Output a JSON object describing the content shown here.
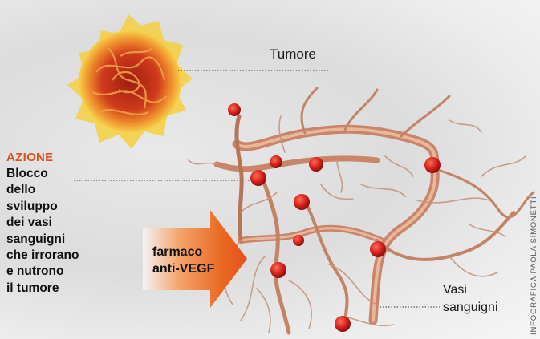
{
  "labels": {
    "tumor": "Tumore",
    "vessels": "Vasi\nsanguigni",
    "action_title": "AZIONE",
    "action_text": "Blocco\ndello\nsviluppo\ndei vasi\nsanguigni\nche irrorano\ne nutrono\nil tumore",
    "drug": "farmaco\nanti-VEGF",
    "credit": "INFOGRAFICA PAOLA SIMONETTI"
  },
  "colors": {
    "tumor_core": "#c0321a",
    "tumor_glow": "#f3c63a",
    "vessel": "#c9856a",
    "dot": "#d4211b",
    "arrow": "#e8581c",
    "accent_text": "#d9531e"
  }
}
